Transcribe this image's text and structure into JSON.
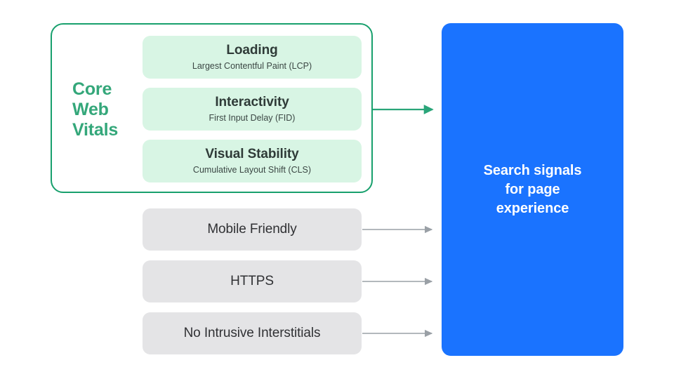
{
  "diagram": {
    "title": "Search signals for page experience",
    "background_color": "#ffffff"
  },
  "core_web_vitals": {
    "label": "Core\nWeb\nVitals",
    "outline_color": "#18a06d",
    "label_color": "#34a77a",
    "card_color": "#d8f5e4",
    "metrics": [
      {
        "title": "Loading",
        "subtitle": "Largest Contentful Paint (LCP)",
        "abbr": "LCP"
      },
      {
        "title": "Interactivity",
        "subtitle": "First Input Delay (FID)",
        "abbr": "FID"
      },
      {
        "title": "Visual Stability",
        "subtitle": "Cumulative Layout Shift (CLS)",
        "abbr": "CLS"
      }
    ]
  },
  "other_signals": {
    "box_color": "#e4e4e6",
    "items": [
      {
        "label": "Mobile Friendly"
      },
      {
        "label": "HTTPS"
      },
      {
        "label": "No Intrusive Interstitials"
      }
    ]
  },
  "destination": {
    "label": "Search signals\nfor page\nexperience",
    "color": "#1a73ff",
    "text_color": "#ffffff"
  },
  "arrows": {
    "core_web_vitals_arrow_color": "#2aa579",
    "signal_arrow_color": "#9aa0a6"
  }
}
